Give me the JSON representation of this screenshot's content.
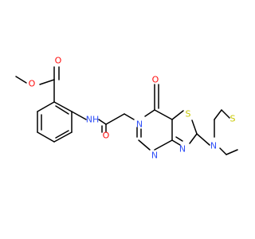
{
  "molecule": {
    "atoms": {
      "o_methoxy": {
        "symbol": "O",
        "color": "#ff0d0d"
      },
      "o_ester_carbonyl": {
        "symbol": "O",
        "color": "#ff0d0d"
      },
      "n_amide": {
        "symbol": "NH",
        "color": "#3050f8"
      },
      "o_amide_carbonyl": {
        "symbol": "O",
        "color": "#ff0d0d"
      },
      "o_ring_carbonyl": {
        "symbol": "O",
        "color": "#ff0d0d"
      },
      "n_ring_6": {
        "symbol": "N",
        "color": "#3050f8"
      },
      "n_ring_3": {
        "symbol": "N",
        "color": "#3050f8"
      },
      "n_ring_4": {
        "symbol": "N",
        "color": "#3050f8"
      },
      "s_thiazole": {
        "symbol": "S",
        "color": "#c8c800"
      },
      "n_thiomorpholine": {
        "symbol": "N",
        "color": "#3050f8"
      },
      "s_thiomorpholine": {
        "symbol": "S",
        "color": "#c8c800"
      }
    }
  }
}
